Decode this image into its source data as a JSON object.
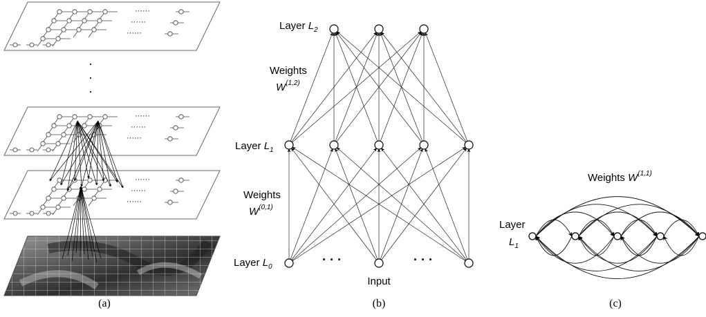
{
  "panel_a": {
    "caption": "(a)",
    "vertical_dots": "·",
    "row_dots": "······"
  },
  "panel_b": {
    "caption": "(b)",
    "layer2": {
      "prefix": "Layer ",
      "var": "L",
      "sub": "2"
    },
    "weights12": {
      "title": "Weights",
      "var": "W",
      "sup": "(1,2)"
    },
    "layer1": {
      "prefix": "Layer ",
      "var": "L",
      "sub": "1"
    },
    "weights01": {
      "title": "Weights",
      "var": "W",
      "sup": "(0,1)"
    },
    "layer0": {
      "prefix": "Layer ",
      "var": "L",
      "sub": "0"
    },
    "input_label": "Input",
    "ellipsis": "· · ·"
  },
  "panel_c": {
    "caption": "(c)",
    "weights11": {
      "prefix": "Weights ",
      "var": "W",
      "sup": "(1,1)"
    },
    "layer_word": "Layer",
    "layer1": {
      "var": "L",
      "sub": "1"
    }
  }
}
